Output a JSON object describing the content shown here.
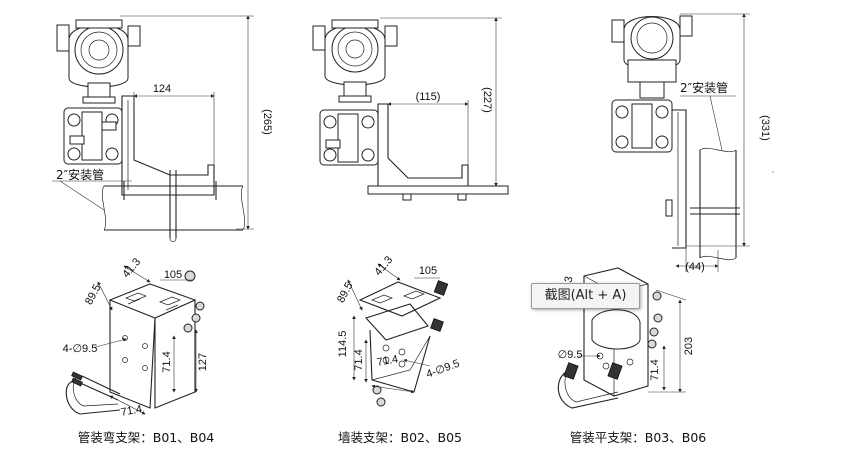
{
  "top": {
    "d1": {
      "width_dim": "124",
      "height_dim": "(265)",
      "pipe_label": "2″安装管"
    },
    "d2": {
      "width_dim": "(115)",
      "height_dim": "(227)"
    },
    "d3": {
      "height_dim": "(331)",
      "offset_dim": "(44)",
      "pipe_label": "2″安装管"
    }
  },
  "bottom": {
    "b1": {
      "dims": [
        "89.5",
        "41.3",
        "105",
        "4-∅9.5",
        "71.4",
        "127",
        "71.4"
      ],
      "caption": "管装弯支架：B01、B04"
    },
    "b2": {
      "dims": [
        "89.5",
        "41.3",
        "105",
        "114.5",
        "71.4",
        "71.4",
        "4-∅9.5"
      ],
      "caption": "墙装支架：B02、B05"
    },
    "b3": {
      "dims": [
        "3",
        "∅9.5",
        "71.4",
        "203"
      ],
      "caption": "管装平支架：B03、B06"
    }
  },
  "tooltip": {
    "text": "截图(Alt + A)"
  }
}
